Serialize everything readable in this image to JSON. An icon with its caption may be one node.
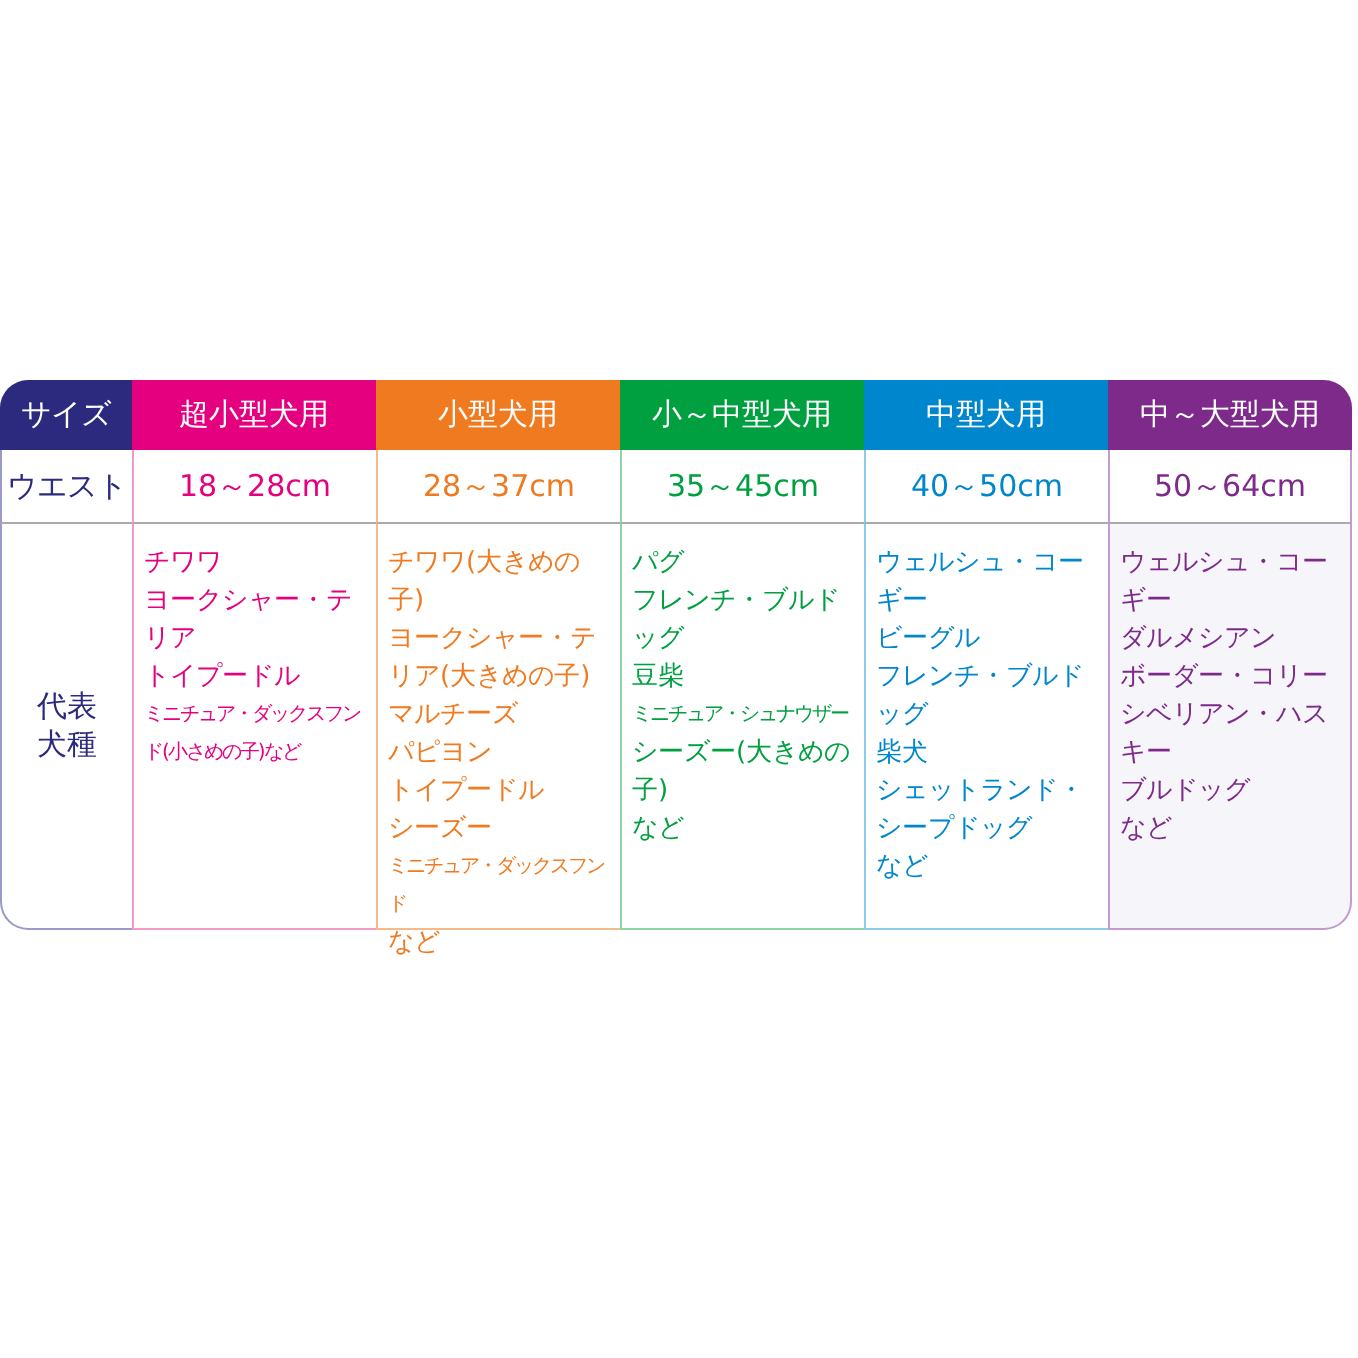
{
  "diagram": {
    "labels": [
      "サイズ",
      "超小型犬用",
      "小型犬用",
      "小～中型犬用",
      "中型犬用",
      "中～大型犬用",
      "ウエスト",
      "18～28cm",
      "28～37cm",
      "35～45cm",
      "40～50cm",
      "50～64cm",
      "代表犬種",
      "チワワ",
      "ヨークシャー・テリア",
      "トイプードル",
      "ミニチュア・ダックスフンド(小さめの子)など",
      "チワワ(大きめの子)",
      "ヨークシャー・テリア(大きめの子)",
      "マルチーズ",
      "パピヨン",
      "トイプードル",
      "シーズー",
      "ミニチュア・ダックスフンド",
      "など",
      "パグ",
      "フレンチ・ブルドッグ",
      "豆柴",
      "ミニチュア・シュナウザー",
      "シーズー(大きめの子)",
      "など",
      "ウェルシュ・コーギー",
      "ビーグル",
      "フレンチ・ブルドッグ",
      "柴犬",
      "シェットランド・シープドッグ",
      "など",
      "ウェルシュ・コーギー",
      "ダルメシアン",
      "ボーダー・コリー",
      "シベリアン・ハスキー",
      "ブルドッグ",
      "など"
    ]
  }
}
